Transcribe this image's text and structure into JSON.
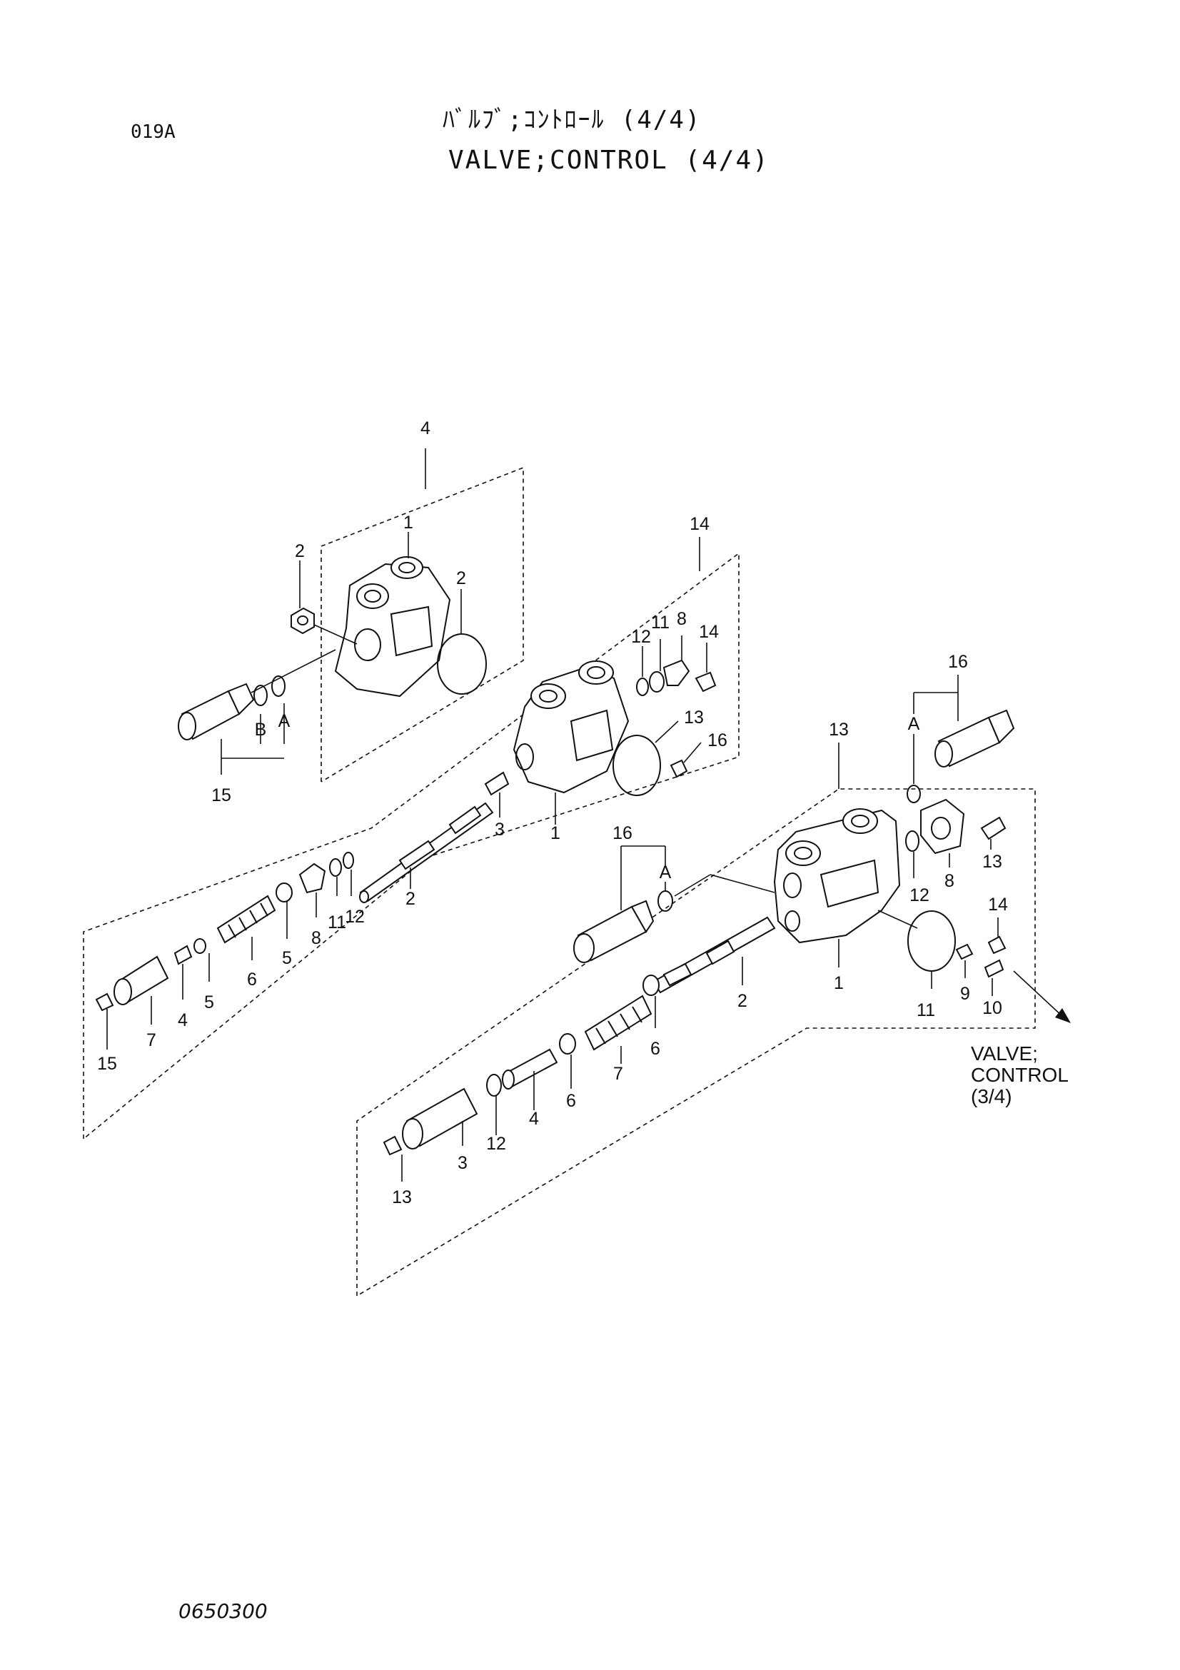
{
  "header": {
    "code": "019A",
    "title_jp": "ﾊﾞﾙﾌﾞ;ｺﾝﾄﾛｰﾙ (4/4)",
    "title_en": "VALVE;CONTROL (4/4)"
  },
  "footer": {
    "drawing_number": "0650300"
  },
  "callouts": {
    "top_asm": [
      "4",
      "1",
      "2",
      "2",
      "B",
      "A",
      "15"
    ],
    "mid_asm": [
      "14",
      "12",
      "11",
      "8",
      "14",
      "13",
      "16",
      "3",
      "1",
      "2",
      "12",
      "11",
      "8",
      "5",
      "6",
      "5",
      "4",
      "7",
      "15"
    ],
    "bot_asm": [
      "16",
      "A",
      "13",
      "13",
      "8",
      "12",
      "14",
      "16",
      "A",
      "1",
      "2",
      "9",
      "11",
      "10",
      "6",
      "7",
      "6",
      "4",
      "12",
      "3",
      "13"
    ]
  },
  "xref": {
    "line1": "VALVE;",
    "line2": "CONTROL",
    "line3": "(3/4)"
  }
}
